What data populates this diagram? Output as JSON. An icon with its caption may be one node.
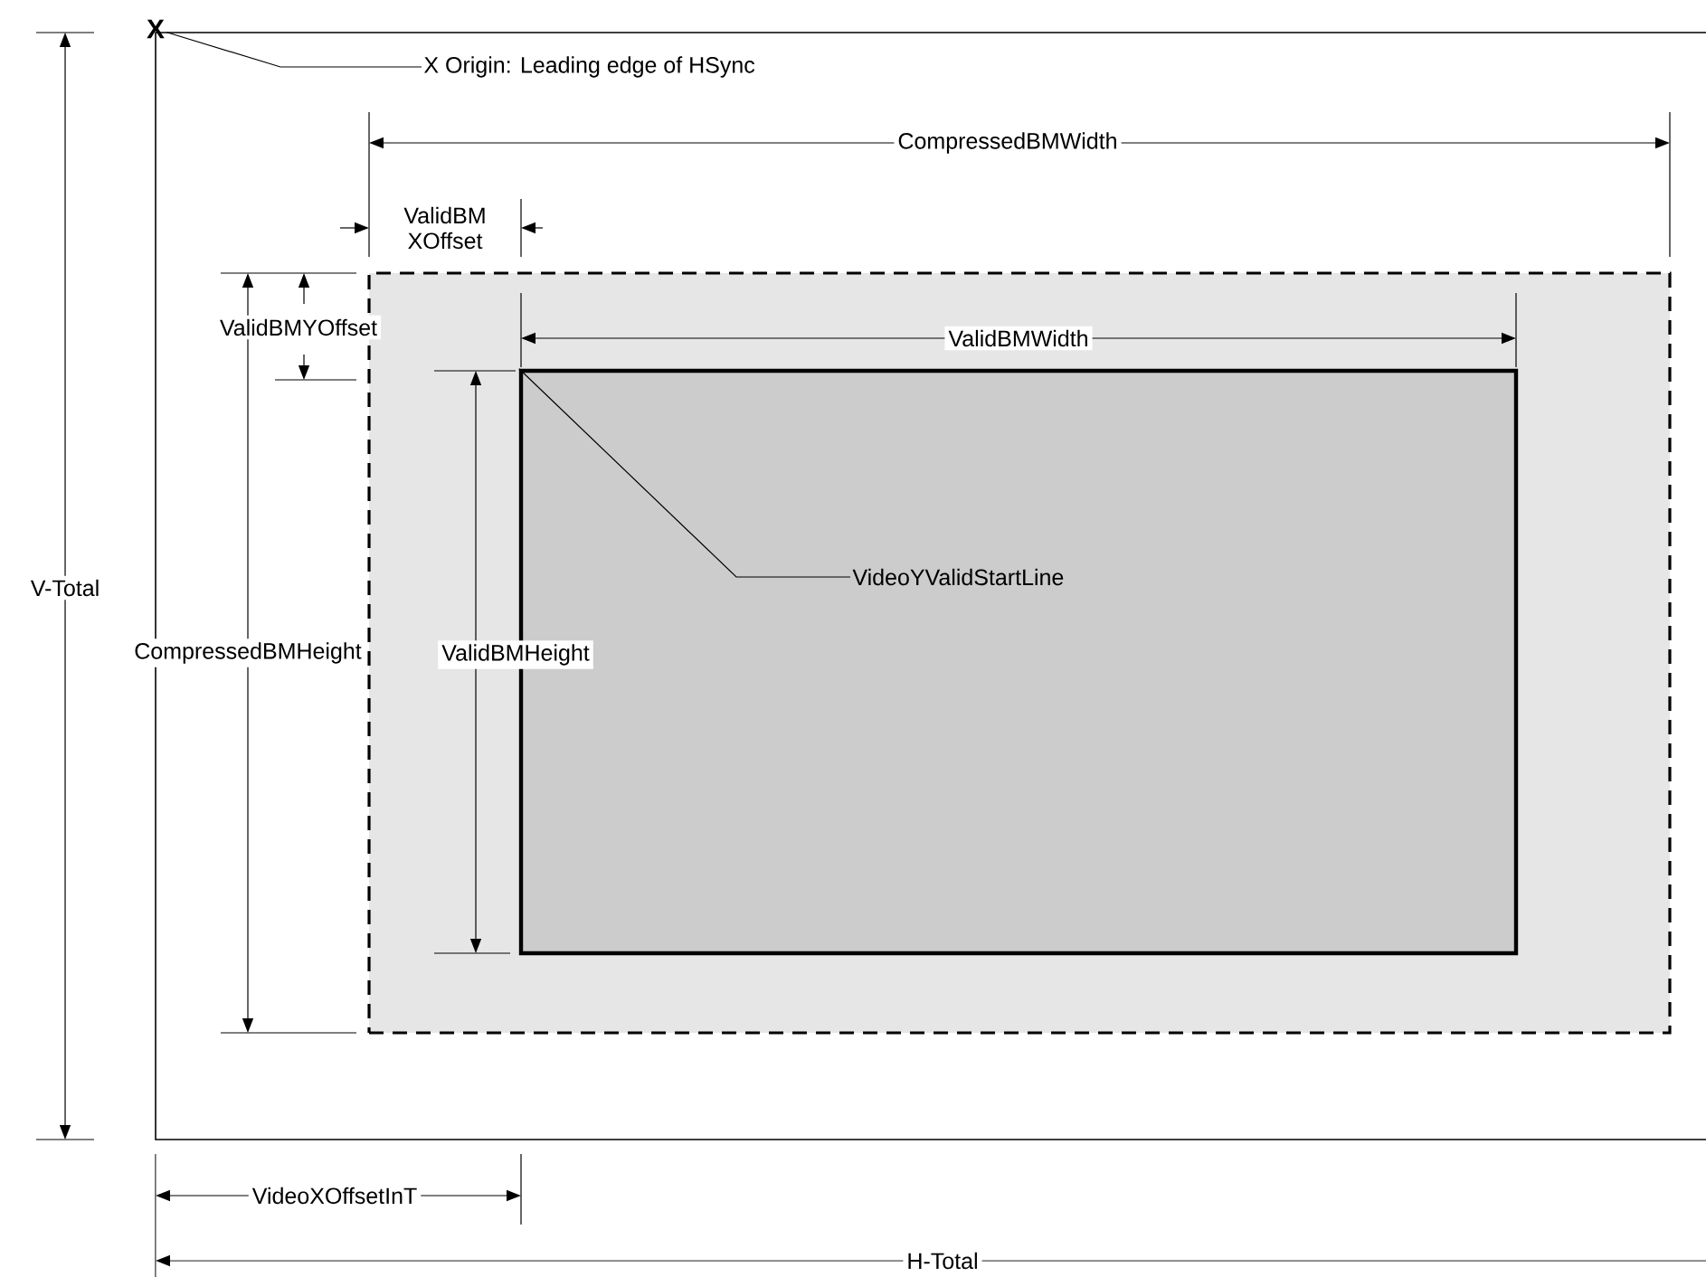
{
  "diagram": {
    "nodes": [
      {
        "text": [
          "X"
        ]
      },
      {
        "text": [
          "X Origin: Leading edge of HSync"
        ]
      },
      {
        "text": [],
        "shape": "box"
      },
      {
        "text": [],
        "shape": "box",
        "in": 2
      },
      {
        "text": [
          "VideoYValidStartLine"
        ],
        "in": 3
      }
    ],
    "edges": [
      {
        "from": 1,
        "to": 0,
        "arrow": "none"
      },
      {
        "from": 4,
        "to": 3,
        "arrow": "none"
      }
    ],
    "labels": [
      "CompressedBMWidth",
      "ValidBM XOffset",
      "ValidBMYOffset",
      "ValidBMWidth",
      "V-Total",
      "CompressedBMHeight",
      "ValidBMHeight",
      "VideoXOffsetInT",
      "H-Total"
    ]
  }
}
